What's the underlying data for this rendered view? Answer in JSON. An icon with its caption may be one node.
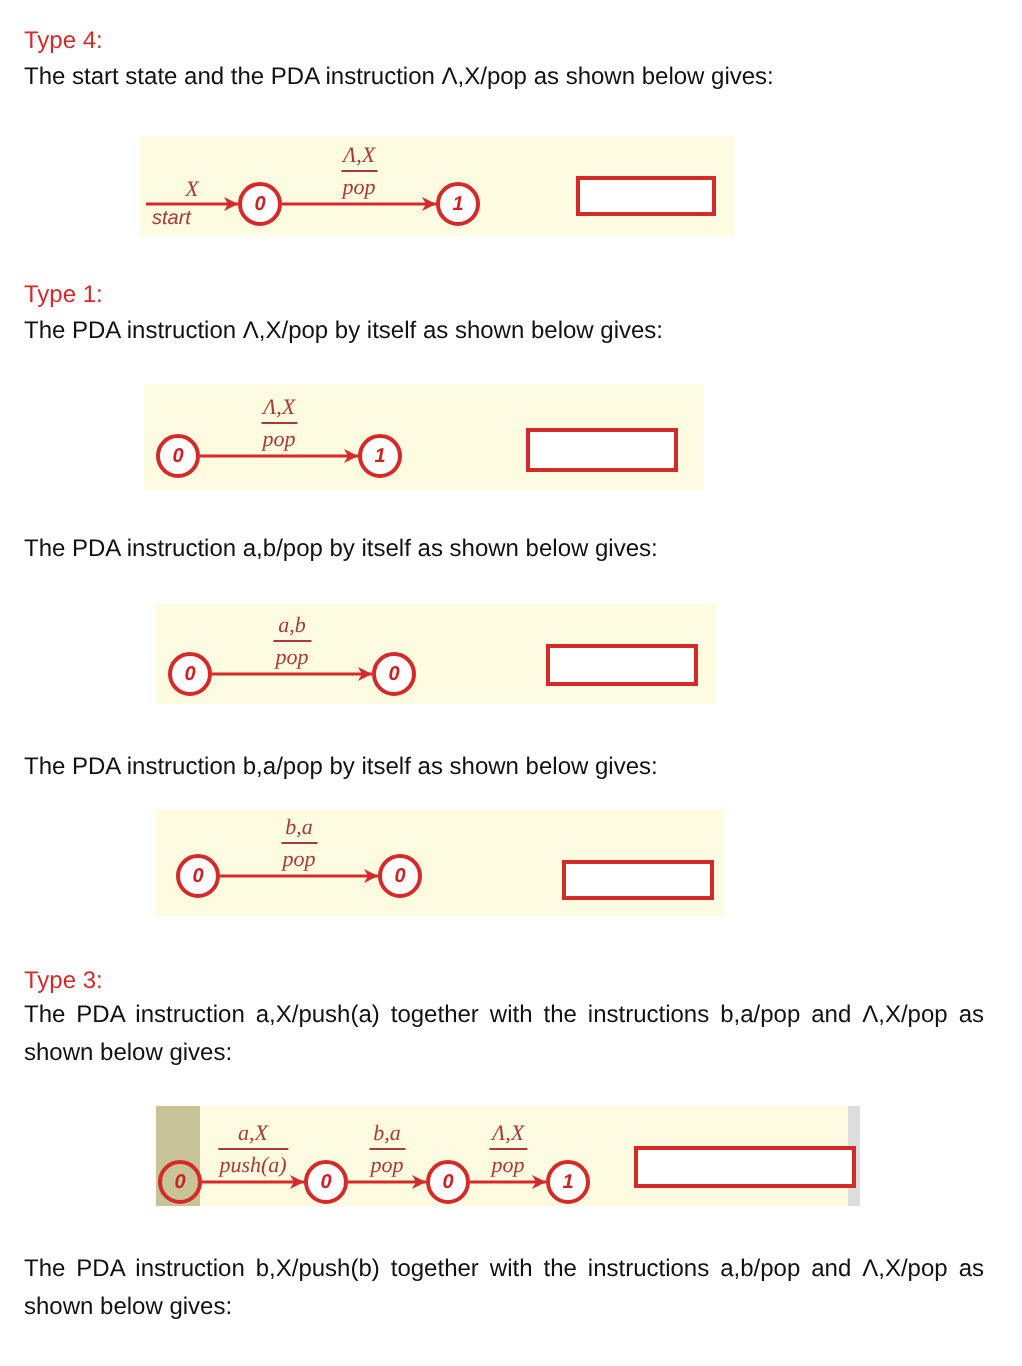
{
  "diagram": {
    "nodes": [
      {
        "text": [
          "start"
        ]
      },
      {
        "text": [
          "0"
        ]
      },
      {
        "text": [
          "1"
        ]
      },
      {
        "text": [],
        "shape": "box"
      },
      {
        "text": [
          "0"
        ]
      },
      {
        "text": [
          "1"
        ]
      },
      {
        "text": [],
        "shape": "box"
      },
      {
        "text": [
          "0"
        ]
      },
      {
        "text": [
          "0"
        ]
      },
      {
        "text": [],
        "shape": "box"
      },
      {
        "text": [
          "0"
        ]
      },
      {
        "text": [
          "0"
        ]
      },
      {
        "text": [],
        "shape": "box"
      },
      {
        "text": [
          "0"
        ]
      },
      {
        "text": [
          "0"
        ]
      },
      {
        "text": [
          "0"
        ]
      },
      {
        "text": [
          "1"
        ]
      },
      {
        "text": [],
        "shape": "box"
      }
    ],
    "edges": [
      {
        "from": 0,
        "to": 1,
        "arrow": "to",
        "label": "X"
      },
      {
        "from": 1,
        "to": 2,
        "arrow": "to",
        "label": "Λ,X pop"
      },
      {
        "from": 4,
        "to": 5,
        "arrow": "to",
        "label": "Λ,X pop"
      },
      {
        "from": 7,
        "to": 8,
        "arrow": "to",
        "label": "a,b pop"
      },
      {
        "from": 10,
        "to": 11,
        "arrow": "to",
        "label": "b,a pop"
      },
      {
        "from": 13,
        "to": 14,
        "arrow": "to",
        "label": "a,X push(a)"
      },
      {
        "from": 14,
        "to": 15,
        "arrow": "to",
        "label": "b,a pop"
      },
      {
        "from": 15,
        "to": 16,
        "arrow": "to",
        "label": "Λ,X pop"
      }
    ],
    "labels": [
      "Type 4:",
      "The start state and the PDA instruction Λ,X/pop as shown below gives:",
      "Type 1:",
      "The PDA instruction Λ,X/pop by itself as shown below gives:",
      "The PDA instruction a,b/pop by itself as shown below gives:",
      "The PDA instruction b,a/pop by itself as shown below gives:",
      "Type 3:",
      "The PDA instruction a,X/push(a) together with the instructions b,a/pop and Λ,X/pop as shown below gives:",
      "The PDA instruction b,X/push(b) together with the instructions a,b/pop and Λ,X/pop as shown below gives:"
    ]
  }
}
